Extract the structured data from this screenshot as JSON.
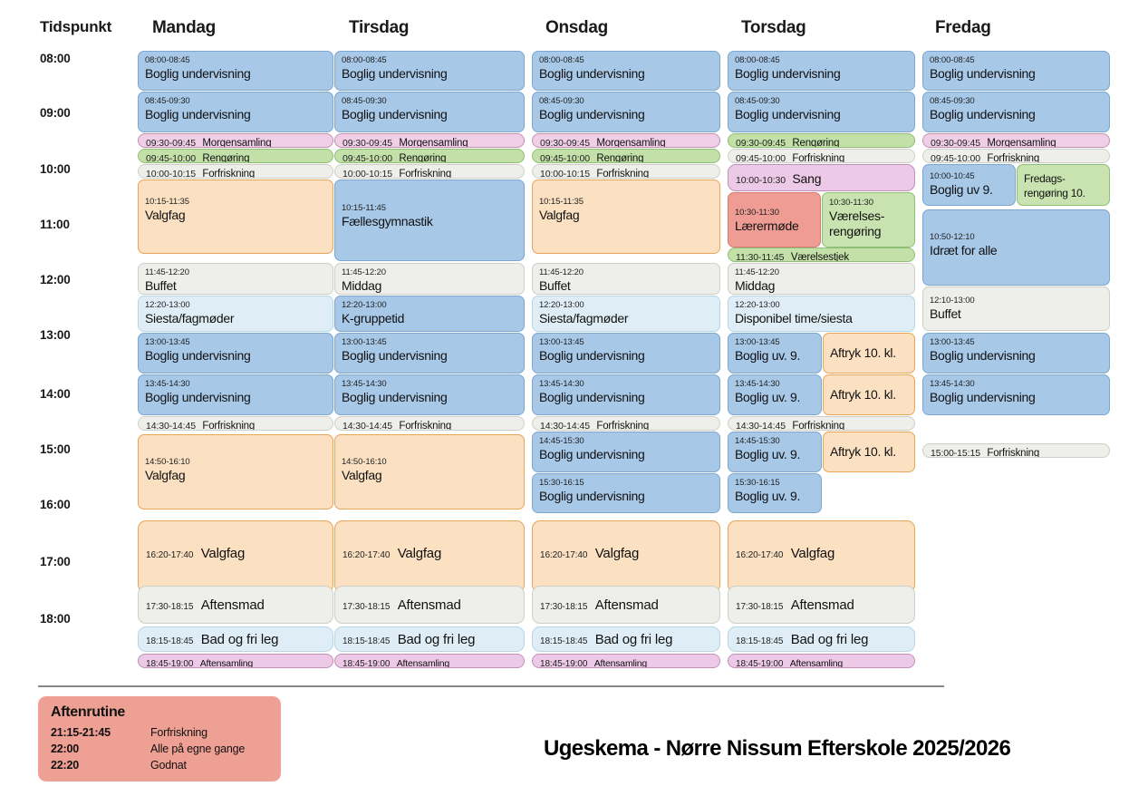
{
  "header": {
    "time_column_label": "Tidspunkt",
    "days": [
      "Mandag",
      "Tirsdag",
      "Onsdag",
      "Torsdag",
      "Fredag"
    ]
  },
  "time_labels": [
    "08:00",
    "09:00",
    "10:00",
    "11:00",
    "12:00",
    "13:00",
    "14:00",
    "15:00",
    "16:00",
    "17:00",
    "18:00"
  ],
  "colors": {
    "blue": "#a8c8e8",
    "pink": "#f0cfe6",
    "green": "#c2e0a8",
    "grey": "#eeeeea",
    "lightblue": "#dfeef6",
    "orange": "#fbe0c2",
    "red": "#ef9c94",
    "plum": "#ecc9e6",
    "routine_bg": "#efa094"
  },
  "monday": {
    "e0": {
      "time": "08:00-08:45",
      "title": "Boglig undervisning"
    },
    "e1": {
      "time": "08:45-09:30",
      "title": "Boglig undervisning"
    },
    "e2": {
      "time": "09:30-09:45",
      "title": "Morgensamling"
    },
    "e3": {
      "time": "09:45-10:00",
      "title": "Rengøring"
    },
    "e4": {
      "time": "10:00-10:15",
      "title": "Forfriskning"
    },
    "e5": {
      "time": "10:15-11:35",
      "title": "Valgfag"
    },
    "e6": {
      "time": "11:45-12:20",
      "title": "Buffet"
    },
    "e7": {
      "time": "12:20-13:00",
      "title": "Siesta/fagmøder"
    },
    "e8": {
      "time": "13:00-13:45",
      "title": "Boglig undervisning"
    },
    "e9": {
      "time": "13:45-14:30",
      "title": "Boglig undervisning"
    },
    "e10": {
      "time": "14:30-14:45",
      "title": "Forfriskning"
    },
    "e11": {
      "time": "14:50-16:10",
      "title": "Valgfag"
    },
    "e12": {
      "time": "16:20-17:40",
      "title": "Valgfag"
    },
    "e13": {
      "time": "17:30-18:15",
      "title": "Aftensmad"
    },
    "e14": {
      "time": "18:15-18:45",
      "title": "Bad og fri leg"
    },
    "e15": {
      "time": "18:45-19:00",
      "title": "Aftensamling"
    }
  },
  "tuesday": {
    "e0": {
      "time": "08:00-08:45",
      "title": "Boglig undervisning"
    },
    "e1": {
      "time": "08:45-09:30",
      "title": "Boglig undervisning"
    },
    "e2": {
      "time": "09:30-09:45",
      "title": "Morgensamling"
    },
    "e3": {
      "time": "09:45-10:00",
      "title": "Rengøring"
    },
    "e4": {
      "time": "10:00-10:15",
      "title": "Forfriskning"
    },
    "e5": {
      "time": "10:15-11:45",
      "title": "Fællesgymnastik"
    },
    "e6": {
      "time": "11:45-12:20",
      "title": "Middag"
    },
    "e7": {
      "time": "12:20-13:00",
      "title": "K-gruppetid"
    },
    "e8": {
      "time": "13:00-13:45",
      "title": "Boglig undervisning"
    },
    "e9": {
      "time": "13:45-14:30",
      "title": "Boglig undervisning"
    },
    "e10": {
      "time": "14:30-14:45",
      "title": "Forfriskning"
    },
    "e11": {
      "time": "14:50-16:10",
      "title": "Valgfag"
    },
    "e12": {
      "time": "16:20-17:40",
      "title": "Valgfag"
    },
    "e13": {
      "time": "17:30-18:15",
      "title": "Aftensmad"
    },
    "e14": {
      "time": "18:15-18:45",
      "title": "Bad og fri leg"
    },
    "e15": {
      "time": "18:45-19:00",
      "title": "Aftensamling"
    }
  },
  "wednesday": {
    "e0": {
      "time": "08:00-08:45",
      "title": "Boglig undervisning"
    },
    "e1": {
      "time": "08:45-09:30",
      "title": "Boglig undervisning"
    },
    "e2": {
      "time": "09:30-09:45",
      "title": "Morgensamling"
    },
    "e3": {
      "time": "09:45-10:00",
      "title": "Rengøring"
    },
    "e4": {
      "time": "10:00-10:15",
      "title": "Forfriskning"
    },
    "e5": {
      "time": "10:15-11:35",
      "title": "Valgfag"
    },
    "e6": {
      "time": "11:45-12:20",
      "title": "Buffet"
    },
    "e7": {
      "time": "12:20-13:00",
      "title": "Siesta/fagmøder"
    },
    "e8": {
      "time": "13:00-13:45",
      "title": "Boglig undervisning"
    },
    "e9": {
      "time": "13:45-14:30",
      "title": "Boglig undervisning"
    },
    "e10": {
      "time": "14:30-14:45",
      "title": "Forfriskning"
    },
    "e11": {
      "time": "14:45-15:30",
      "title": "Boglig undervisning"
    },
    "e12": {
      "time": "15:30-16:15",
      "title": "Boglig undervisning"
    },
    "e13": {
      "time": "16:20-17:40",
      "title": "Valgfag"
    },
    "e14": {
      "time": "17:30-18:15",
      "title": "Aftensmad"
    },
    "e15": {
      "time": "18:15-18:45",
      "title": "Bad og fri leg"
    },
    "e16": {
      "time": "18:45-19:00",
      "title": "Aftensamling"
    }
  },
  "thursday": {
    "e0": {
      "time": "08:00-08:45",
      "title": "Boglig undervisning"
    },
    "e1": {
      "time": "08:45-09:30",
      "title": "Boglig undervisning"
    },
    "e2": {
      "time": "09:30-09:45",
      "title": "Rengøring"
    },
    "e3": {
      "time": "09:45-10:00",
      "title": "Forfriskning"
    },
    "e4": {
      "time": "10:00-10:30",
      "title": "Sang"
    },
    "e5": {
      "time": "10:30-11:30",
      "title": "Lærermøde"
    },
    "e6": {
      "time": "10:30-11:30",
      "title": "Værelses-rengøring"
    },
    "e7": {
      "time": "11:30-11:45",
      "title": "Værelsestjek"
    },
    "e8": {
      "time": "11:45-12:20",
      "title": "Middag"
    },
    "e9": {
      "time": "12:20-13:00",
      "title": "Disponibel time/siesta"
    },
    "e10": {
      "time": "13:00-13:45",
      "title": "Boglig uv. 9."
    },
    "e11": {
      "time": "",
      "title": "Aftryk 10. kl."
    },
    "e12": {
      "time": "13:45-14:30",
      "title": "Boglig uv. 9."
    },
    "e13": {
      "time": "",
      "title": "Aftryk 10. kl."
    },
    "e14": {
      "time": "14:30-14:45",
      "title": "Forfriskning"
    },
    "e15": {
      "time": "14:45-15:30",
      "title": "Boglig uv. 9."
    },
    "e16": {
      "time": "",
      "title": "Aftryk 10. kl."
    },
    "e17": {
      "time": "15:30-16:15",
      "title": "Boglig uv. 9."
    },
    "e18": {
      "time": "16:20-17:40",
      "title": "Valgfag"
    },
    "e19": {
      "time": "17:30-18:15",
      "title": "Aftensmad"
    },
    "e20": {
      "time": "18:15-18:45",
      "title": "Bad og fri leg"
    },
    "e21": {
      "time": "18:45-19:00",
      "title": "Aftensamling"
    }
  },
  "friday": {
    "e0": {
      "time": "08:00-08:45",
      "title": "Boglig undervisning"
    },
    "e1": {
      "time": "08:45-09:30",
      "title": "Boglig undervisning"
    },
    "e2": {
      "time": "09:30-09:45",
      "title": "Morgensamling"
    },
    "e3": {
      "time": "09:45-10:00",
      "title": "Forfriskning"
    },
    "e4": {
      "time": "10:00-10:45",
      "title": "Boglig uv 9."
    },
    "e5": {
      "time": "",
      "title": "Fredags-rengøring 10."
    },
    "e6": {
      "time": "10:50-12:10",
      "title": "Idræt for alle"
    },
    "e7": {
      "time": "12:10-13:00",
      "title": "Buffet"
    },
    "e8": {
      "time": "13:00-13:45",
      "title": "Boglig undervisning"
    },
    "e9": {
      "time": "13:45-14:30",
      "title": "Boglig undervisning"
    },
    "e10": {
      "time": "15:00-15:15",
      "title": "Forfriskning"
    }
  },
  "routine": {
    "heading": "Aftenrutine",
    "rows": [
      {
        "time": "21:15-21:45",
        "label": "Forfriskning"
      },
      {
        "time": "22:00",
        "label": "Alle på egne gange"
      },
      {
        "time": "22:20",
        "label": "Godnat"
      }
    ]
  },
  "footer_title": "Ugeskema - Nørre Nissum Efterskole 2025/2026"
}
